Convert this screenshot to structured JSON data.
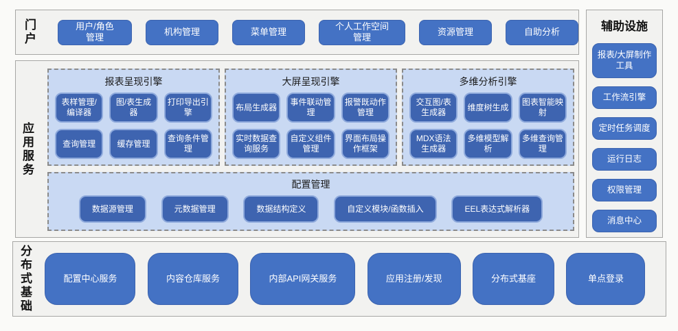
{
  "palette": {
    "page_bg": "#fafaf8",
    "section_bg": "#f2f2f0",
    "section_border": "#a6a6a4",
    "button_fill": "#4472c4",
    "group_bg": "#c9d9f3",
    "inner_button_fill": "#3e64b0",
    "inner_button_border": "#8faadc",
    "text_light": "#ffffff",
    "text_dark": "#121212"
  },
  "portal": {
    "label": "门户",
    "items": [
      "用户/角色管理",
      "机构管理",
      "菜单管理",
      "个人工作空间管理",
      "资源管理",
      "自助分析"
    ]
  },
  "app_services": {
    "label": "应用服务",
    "engines": [
      {
        "title": "报表呈现引擎",
        "items": [
          "表样管理/编译器",
          "图/表生成器",
          "打印导出引擎",
          "查询管理",
          "缓存管理",
          "查询条件管理"
        ]
      },
      {
        "title": "大屏呈现引擎",
        "items": [
          "布局生成器",
          "事件联动管理",
          "报警既动作管理",
          "实时数据查询服务",
          "自定义组件管理",
          "界面布局操作框架"
        ]
      },
      {
        "title": "多维分析引擎",
        "items": [
          "交互图/表生成器",
          "维度树生成",
          "图表智能映射",
          "MDX语法生成器",
          "多维模型解析",
          "多维查询管理"
        ]
      }
    ],
    "config": {
      "title": "配置管理",
      "items": [
        "数据源管理",
        "元数据管理",
        "数据结构定义",
        "自定义模块/函数插入",
        "EEL表达式解析器"
      ]
    }
  },
  "auxiliary": {
    "label": "辅助设施",
    "items": [
      "报表/大屏制作工具",
      "工作流引擎",
      "定时任务调度",
      "运行日志",
      "权限管理",
      "消息中心"
    ]
  },
  "foundation": {
    "label": "分布式基础",
    "items": [
      "配置中心服务",
      "内容仓库服务",
      "内部API网关服务",
      "应用注册/发现",
      "分布式基座",
      "单点登录"
    ]
  }
}
